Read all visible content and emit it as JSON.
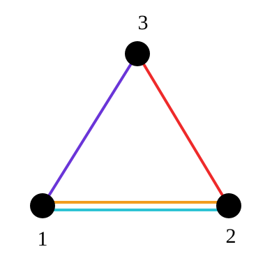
{
  "graph": {
    "nodes": [
      {
        "id": "1",
        "label": "1"
      },
      {
        "id": "2",
        "label": "2"
      },
      {
        "id": "3",
        "label": "3"
      }
    ],
    "edges": [
      {
        "from": "1",
        "to": "3",
        "color": "#6a35d8"
      },
      {
        "from": "2",
        "to": "3",
        "color": "#ee2a2a"
      },
      {
        "from": "1",
        "to": "2",
        "color": "#f29d1f"
      },
      {
        "from": "1",
        "to": "2",
        "color": "#2ec3d4"
      }
    ],
    "node_color": "#000000"
  }
}
